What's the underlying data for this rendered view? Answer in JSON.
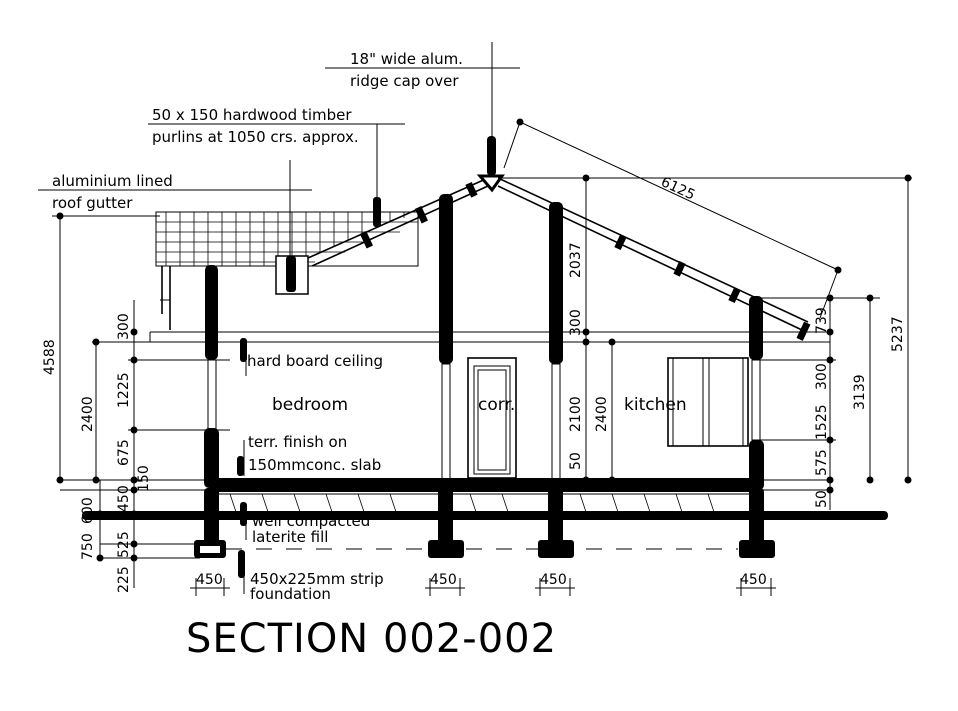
{
  "title": "SECTION 002-002",
  "labels": {
    "ridge_cap_1": "18\" wide alum.",
    "ridge_cap_2": "ridge cap over",
    "purlins_1": "50 x 150 hardwood timber",
    "purlins_2": "purlins at 1050 crs. approx.",
    "gutter_1": "aluminium lined",
    "gutter_2": "roof gutter",
    "ceiling": "hard board ceiling",
    "bedroom": "bedroom",
    "corridor": "corr.",
    "kitchen": "kitchen",
    "slab_1": "terr. finish on",
    "slab_2": "150mmconc. slab",
    "fill_1": "well compacted",
    "fill_2": "laterite fill",
    "foundation_1": "450x225mm strip",
    "foundation_2": "foundation"
  },
  "dimensions": {
    "left_overall": "4588",
    "left_room": "2400",
    "left_300": "300",
    "left_1225": "1225",
    "left_675": "675",
    "left_150": "150",
    "left_450": "450",
    "left_600": "600",
    "left_750": "750",
    "left_525": "525",
    "left_225": "225",
    "roof_slope": "6125",
    "mid_2037": "2037",
    "mid_300": "300",
    "mid_2100": "2100",
    "mid_50": "50",
    "mid_2400": "2400",
    "right_739": "739",
    "right_300": "300",
    "right_1525": "1525",
    "right_575": "575",
    "right_50": "50",
    "right_3139": "3139",
    "right_5237": "5237",
    "footing_1": "450",
    "footing_2": "450",
    "footing_3": "450",
    "footing_4": "450"
  }
}
